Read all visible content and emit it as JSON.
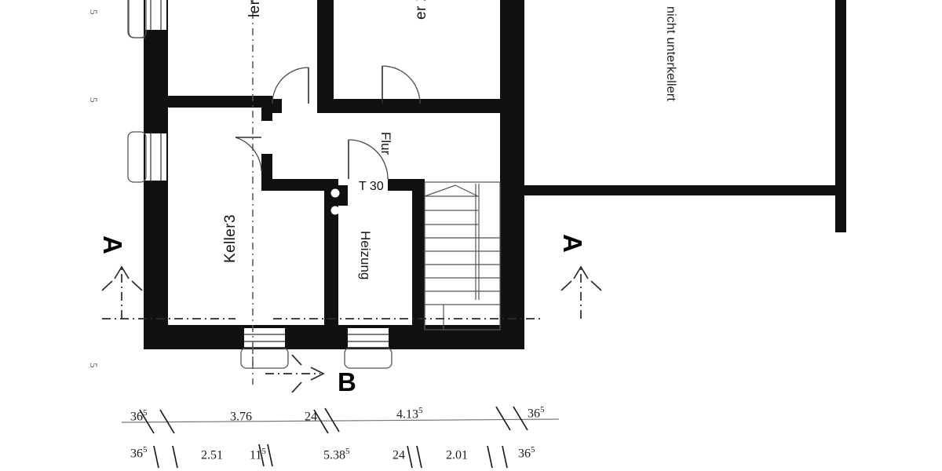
{
  "document": {
    "type": "architectural-floor-plan",
    "title": "Kellergeschoss Grundriss"
  },
  "rooms": [
    {
      "id": "keller3",
      "label": "Keller3",
      "orientation": "vertical-up"
    },
    {
      "id": "keller1",
      "label": "ler1",
      "orientation": "vertical-up",
      "note": "cropped at top, full text Keller1"
    },
    {
      "id": "keller2",
      "label": "er 2",
      "orientation": "vertical-up",
      "note": "cropped at top, full text Keller 2"
    },
    {
      "id": "flur",
      "label": "Flur",
      "orientation": "vertical-down"
    },
    {
      "id": "heizung",
      "label": "Heizung",
      "orientation": "vertical-down"
    },
    {
      "id": "nicht_unterkellert",
      "label": "nicht unterkellert",
      "orientation": "vertical-down"
    }
  ],
  "annotations": {
    "door_rating": "T 30",
    "section_marker_a_left": "A",
    "section_marker_a_right": "A",
    "section_marker_b": "B"
  },
  "edge_ticks": [
    {
      "id": "left-tick-1",
      "value": "5"
    },
    {
      "id": "left-tick-2",
      "value": "5"
    },
    {
      "id": "left-tick-3",
      "value": "5"
    }
  ],
  "dimensions": {
    "row1": [
      {
        "value": "36",
        "sup": "5"
      },
      {
        "value": "3.76",
        "sup": ""
      },
      {
        "value": "24",
        "sup": ""
      },
      {
        "value": "4.13",
        "sup": "5"
      },
      {
        "value": "36",
        "sup": "5"
      }
    ],
    "row2": [
      {
        "value": "36",
        "sup": "5"
      },
      {
        "value": "2.51",
        "sup": ""
      },
      {
        "value": "11",
        "sup": "5"
      },
      {
        "value": "5.38",
        "sup": "5"
      },
      {
        "value": "24",
        "sup": ""
      },
      {
        "value": "2.01",
        "sup": ""
      },
      {
        "value": "36",
        "sup": "5"
      }
    ]
  },
  "colors": {
    "wall": "#111111",
    "background": "#ffffff",
    "dimension_line": "#777777",
    "hairline": "#666666",
    "text": "#111111"
  }
}
